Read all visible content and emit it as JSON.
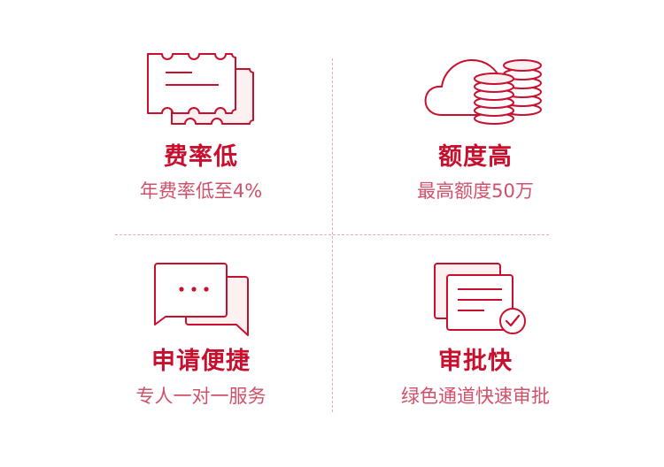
{
  "features": [
    {
      "title": "费率低",
      "desc": "年费率低至4%",
      "icon": "tickets-icon"
    },
    {
      "title": "额度高",
      "desc": "最高额度50万",
      "icon": "cloud-coins-icon"
    },
    {
      "title": "申请便捷",
      "desc": "专人一对一服务",
      "icon": "chat-bubbles-icon"
    },
    {
      "title": "审批快",
      "desc": "绿色通道快速审批",
      "icon": "document-check-icon"
    }
  ],
  "colors": {
    "accent": "#c8102e",
    "desc": "#d0506a",
    "icon_fill": "#fdf0f0",
    "divider": "#e8a7b6"
  }
}
